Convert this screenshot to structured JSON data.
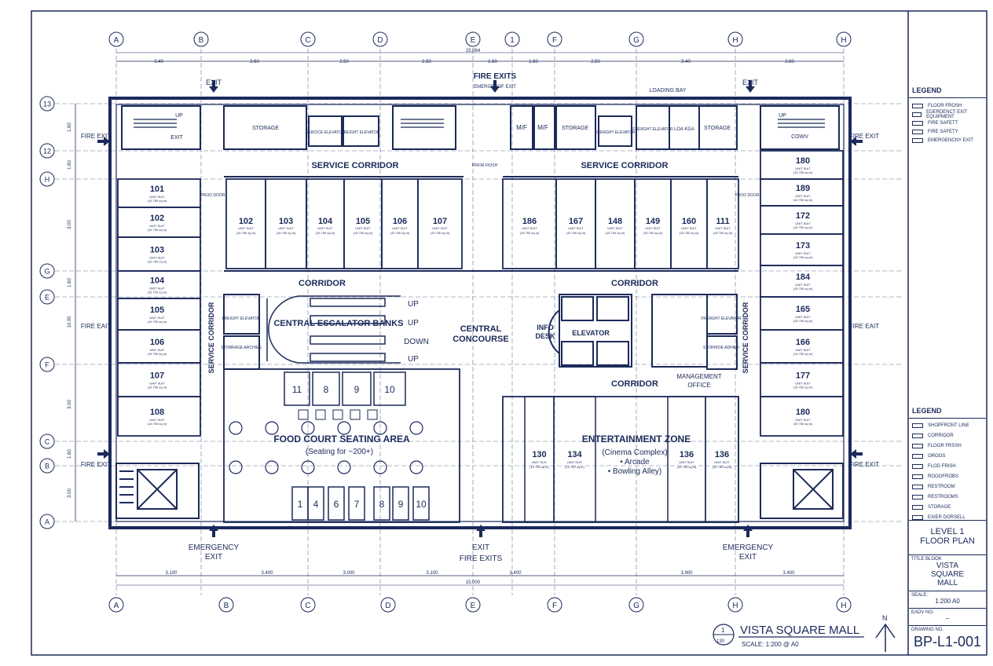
{
  "grid": {
    "top_letters": [
      "A",
      "B",
      "C",
      "D",
      "E",
      "1",
      "F",
      "G",
      "H",
      "H"
    ],
    "bottom_letters": [
      "A",
      "B",
      "C",
      "D",
      "E",
      "F",
      "G",
      "H",
      "H"
    ],
    "left_rows": [
      "13",
      "12",
      "H",
      "G",
      "E",
      "F",
      "C",
      "B",
      "A"
    ],
    "top_dims": [
      "3.40",
      "3.60",
      "2.50",
      "2.50",
      "1.60",
      "1.60",
      "2.50",
      "3.40",
      "3.60"
    ],
    "top_total": "15.064",
    "bottom_dims": [
      "3.100",
      "3.400",
      "3.000",
      "3.100",
      "3.400",
      "3.900",
      "3.400"
    ],
    "bottom_total": "15.000",
    "left_dims": [
      "1.60",
      "1.60",
      "3.00",
      "1.60",
      "10.00",
      "3.00",
      "1.60",
      "3.00"
    ]
  },
  "labels": {
    "fire_exits_top": "FIRE EXITS",
    "emergency_exit_top": "EMERGEROF EXIT",
    "loading_bay": "LOADING BAY",
    "exit": "EXIT",
    "fire_exit": "FIRE EXIT",
    "fire_exit_2": "FIRE EAIT",
    "storage": "STORAGE",
    "service_elevator": "SERCICE ELEVATOR",
    "freight_elevator_l": "FREIGHT ELEVATOR",
    "mf": "M/F",
    "freight_elevator_r": "FRERGHT ELEVATOR",
    "freight_elevator_r2": "FRERGHT ELEVATOR",
    "loa_kga": "LOA KGA",
    "up": "UP",
    "down": "DOWN",
    "cowv": "COWV",
    "service_corridor": "SERVICE CORRIDOR",
    "corridor": "CORRIDOR",
    "proof_door": "PROO DOOR",
    "proof_door_r": "PROO DOOR",
    "prior_fiosh": "PRIOR FIOSH",
    "central_escalator_banks": "CENTRAL ESCALATOR BANKS",
    "central_concourse": "CENTRAL CONCOURSE",
    "info_desk": "INFO DESK",
    "elevator": "ELEVATOR",
    "freight_elevator_c": "FREIGHT ELEVATOR",
    "storage_archives": "STORRAGE ARCHIES",
    "storage_archives_r": "STORHIOE ADHIER",
    "management_office": "MANAGEMENT OFFICE",
    "food_court": "FOOD COURT SEATING AREA",
    "food_court_sub": "(Seating for ~200+)",
    "entertainment": "ENTERTAINMENT ZONE",
    "ent_1": "(Cinema Complex)",
    "ent_2": "• Arcade",
    "ent_3": "• Bowling Alley)",
    "emergency_exit": "EMERGENCY EXIT",
    "exit_fire_exits": "EXIT FIRE EXITS",
    "plan_title": "VISTA SQUARE MALL",
    "plan_scale": "SCALE: 1:200 @ A0",
    "north": "N",
    "detail_no": "1",
    "detail_ref": "130",
    "unit_sub": "UNIT SUIT",
    "unit_area": "(15 750 sq m)"
  },
  "units_left": [
    "101",
    "102",
    "103",
    "104",
    "105",
    "106",
    "107",
    "108"
  ],
  "units_right": [
    "180",
    "189",
    "172",
    "173",
    "184",
    "165",
    "166",
    "177",
    "180"
  ],
  "shops_top_left": [
    "102",
    "103",
    "104",
    "105",
    "106",
    "107"
  ],
  "shops_top_right": [
    "186",
    "167",
    "148",
    "149",
    "160",
    "111"
  ],
  "kiosks_top": [
    "11",
    "8",
    "9",
    "10"
  ],
  "kiosks_bottom": [
    "1",
    "4",
    "6",
    "7",
    "8",
    "9",
    "10"
  ],
  "ent_units": [
    "130",
    "134",
    "136",
    "136"
  ],
  "legend1": {
    "title": "LEGEND",
    "items": [
      "FLOOR FROSH",
      "EDERDENCT EXIT EQUIPMENT",
      "FIRE SAFETT",
      "FIRE SAFETY",
      "EMERGENCNY EXIT"
    ]
  },
  "legend2": {
    "title": "LEGEND",
    "items": [
      "SHOPFRONT LINE",
      "CORRIDOR",
      "FLOOR FRSSH",
      "OROOS",
      "FLOD FRISH",
      "ROOOFROBS",
      "RESTROOM",
      "RESTROOMS",
      "STORAGE",
      "EXIER DORSELL"
    ]
  },
  "title_block": {
    "level": "LEVEL 1 FLOOR PLAN",
    "tb_label": "TITLE BLOOK",
    "project": "VISTA SQUARE MALL",
    "scale_label": "SEALE:",
    "scale": "1:200 A0",
    "sheet_label": "EADV NO.",
    "sheet": "–",
    "drawing_label": "DRAWING NO.",
    "drawing": "BP-L1-001"
  },
  "colors": {
    "ink": "#1b2a5a",
    "grid": "#6a7596",
    "accent": "#c0392b"
  }
}
